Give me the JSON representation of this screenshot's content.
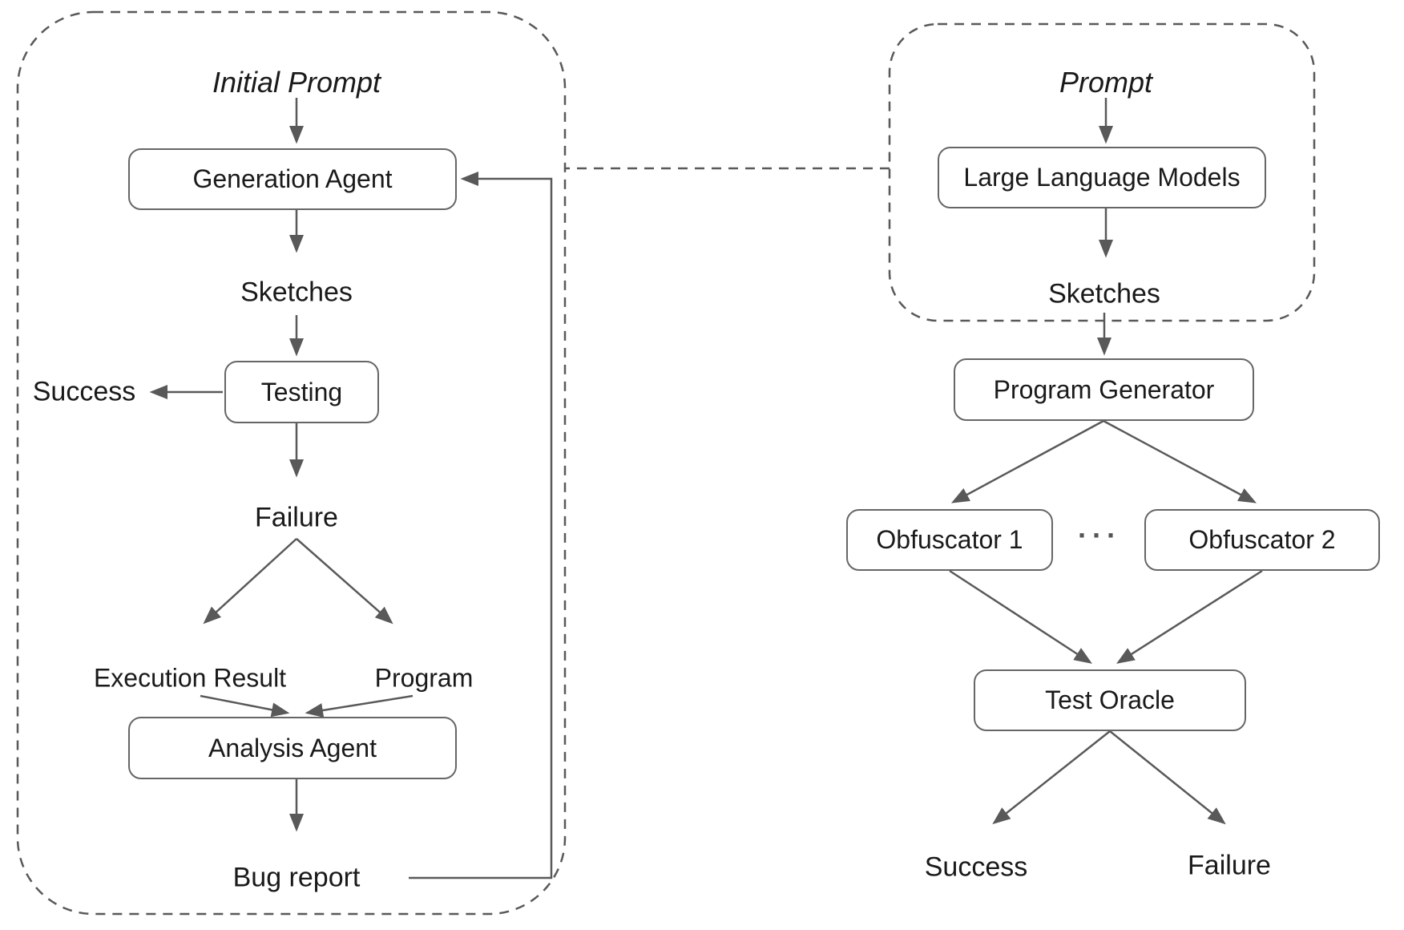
{
  "diagram": {
    "left_flow": {
      "initial_prompt": "Initial Prompt",
      "generation_agent": "Generation Agent",
      "sketches": "Sketches",
      "testing": "Testing",
      "success": "Success",
      "failure": "Failure",
      "execution_result": "Execution Result",
      "program": "Program",
      "analysis_agent": "Analysis Agent",
      "bug_report": "Bug report"
    },
    "right_flow": {
      "prompt": "Prompt",
      "large_language_models": "Large Language Models",
      "sketches": "Sketches",
      "program_generator": "Program Generator",
      "obfuscator_1": "Obfuscator 1",
      "dots": "···",
      "obfuscator_2": "Obfuscator 2",
      "test_oracle": "Test Oracle",
      "success": "Success",
      "failure": "Failure"
    },
    "colors": {
      "line": "#595959",
      "box_border": "#666666",
      "text": "#1a1a1a",
      "background": "#ffffff"
    }
  }
}
